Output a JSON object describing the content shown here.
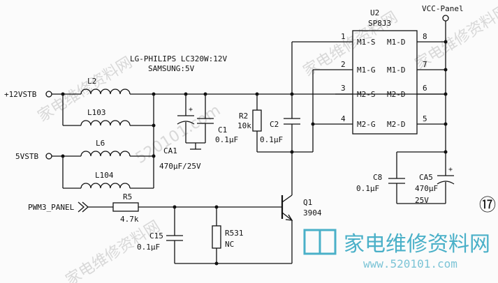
{
  "nets": {
    "in12": "+12VSTB",
    "in5": "5VSTB",
    "pwm": "PWM3_PANEL",
    "vcc": "VCC-Panel"
  },
  "note": {
    "line1": "LG-PHILIPS LC320W:12V",
    "line2": "SAMSUNG:5V"
  },
  "ic": {
    "ref": "U2",
    "part": "SP8J3",
    "left_pins": [
      {
        "num": "1",
        "name": "M1-S"
      },
      {
        "num": "2",
        "name": "M1-G"
      },
      {
        "num": "3",
        "name": "M2-S"
      },
      {
        "num": "4",
        "name": "M2-G"
      }
    ],
    "right_pins": [
      {
        "num": "8",
        "name": "M1-D"
      },
      {
        "num": "7",
        "name": "M1-D"
      },
      {
        "num": "6",
        "name": "M2-D"
      },
      {
        "num": "5",
        "name": "M2-D"
      }
    ]
  },
  "components": {
    "l2": {
      "ref": "L2"
    },
    "l103": {
      "ref": "L103"
    },
    "l6": {
      "ref": "L6"
    },
    "l104": {
      "ref": "L104"
    },
    "ca1": {
      "ref": "CA1",
      "value": "470μF/25V"
    },
    "c1": {
      "ref": "C1",
      "value": "0.1μF"
    },
    "r2": {
      "ref": "R2",
      "value": "10k"
    },
    "c2": {
      "ref": "C2",
      "value": "0.1μF"
    },
    "c8": {
      "ref": "C8",
      "value": "0.1μF"
    },
    "ca5": {
      "ref": "CA5",
      "value": "470μF",
      "voltage": "25V"
    },
    "r5": {
      "ref": "R5",
      "value": "4.7k"
    },
    "c15": {
      "ref": "C15",
      "value": "0.1μF"
    },
    "r531": {
      "ref": "R531",
      "value": "NC"
    },
    "q1": {
      "ref": "Q1",
      "part": "3904"
    }
  },
  "figure_number": "⑰",
  "watermark": {
    "text": "家电维修资料网",
    "url": "520101.com",
    "url_bottom": "www.520101.com"
  }
}
